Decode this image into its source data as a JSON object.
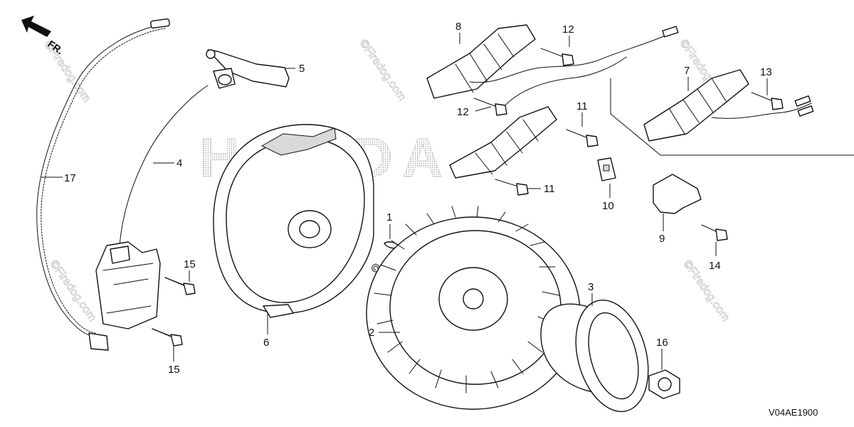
{
  "direction_marker": "FR.",
  "brand_background": "HONDA",
  "watermark": "©Firedog.com",
  "diagram_code": "V04AE1900",
  "callouts": [
    "1",
    "2",
    "3",
    "4",
    "5",
    "6",
    "7",
    "8",
    "9",
    "10",
    "11",
    "11",
    "12",
    "12",
    "13",
    "14",
    "15",
    "15",
    "16",
    "17"
  ]
}
